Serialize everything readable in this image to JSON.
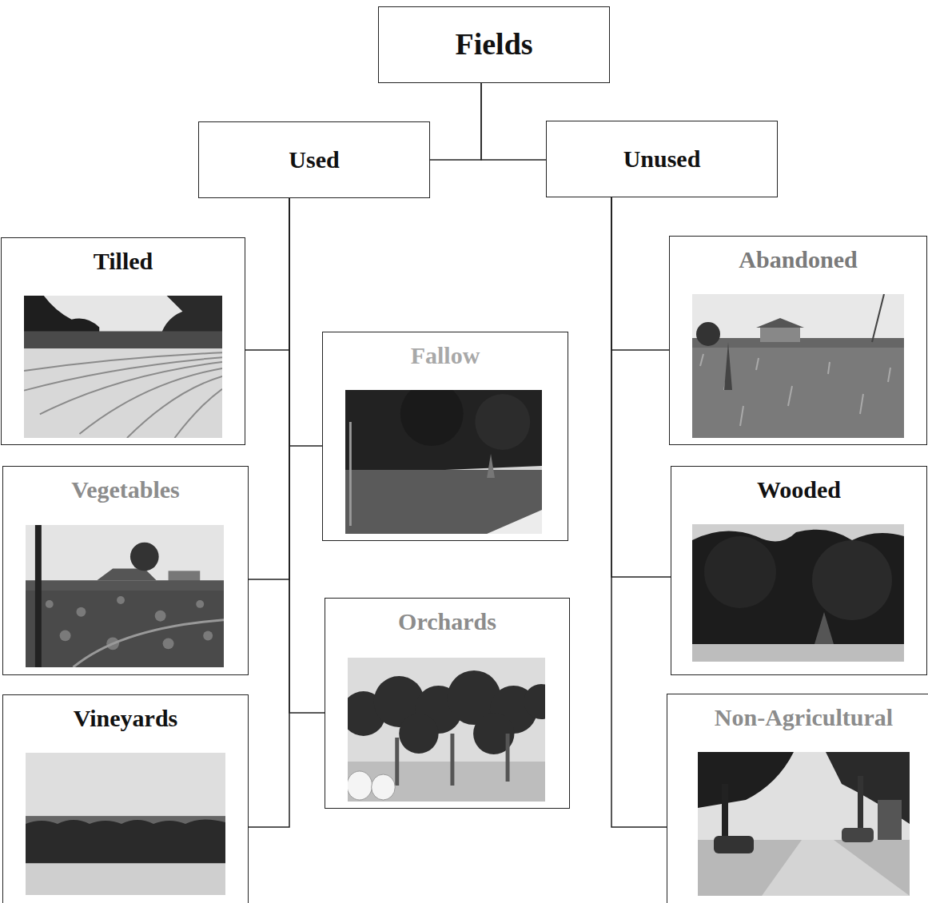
{
  "diagram": {
    "nodes": [
      {
        "text": [
          "Fields"
        ]
      },
      {
        "text": [
          "Used"
        ]
      },
      {
        "text": [
          "Unused"
        ]
      },
      {
        "text": [
          "Tilled"
        ]
      },
      {
        "text": [
          "Vegetables"
        ]
      },
      {
        "text": [
          "Vineyards"
        ]
      },
      {
        "text": [
          "Fallow"
        ]
      },
      {
        "text": [
          "Orchards"
        ]
      },
      {
        "text": [
          "Abandoned"
        ]
      },
      {
        "text": [
          "Wooded"
        ]
      },
      {
        "text": [
          "Non-Agricultural"
        ]
      }
    ],
    "edges": [
      {
        "from": 0,
        "to": 1,
        "arrow": "none"
      },
      {
        "from": 0,
        "to": 2,
        "arrow": "none"
      },
      {
        "from": 1,
        "to": 3,
        "arrow": "none"
      },
      {
        "from": 1,
        "to": 4,
        "arrow": "none"
      },
      {
        "from": 1,
        "to": 5,
        "arrow": "none"
      },
      {
        "from": 1,
        "to": 6,
        "arrow": "none"
      },
      {
        "from": 1,
        "to": 7,
        "arrow": "none"
      },
      {
        "from": 2,
        "to": 8,
        "arrow": "none"
      },
      {
        "from": 2,
        "to": 9,
        "arrow": "none"
      },
      {
        "from": 2,
        "to": 10,
        "arrow": "none"
      }
    ]
  }
}
